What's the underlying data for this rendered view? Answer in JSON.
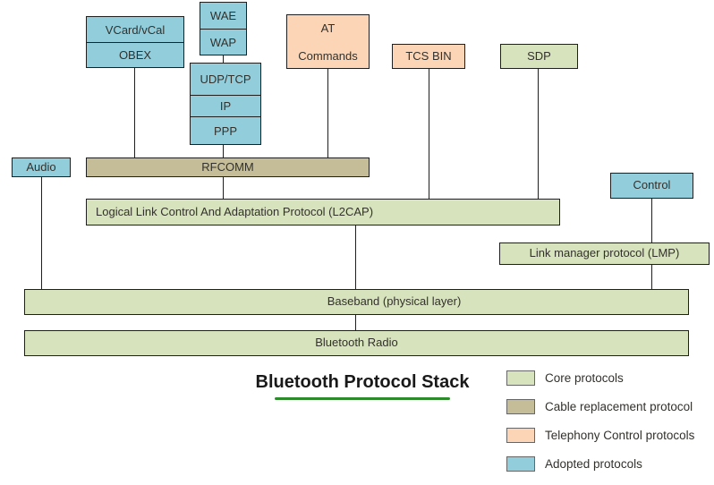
{
  "diagram": {
    "title": "Bluetooth Protocol Stack",
    "boxes": {
      "vcard": "VCard/vCal",
      "obex": "OBEX",
      "wae": "WAE",
      "wap": "WAP",
      "udp_tcp": "UDP/TCP",
      "ip": "IP",
      "ppp": "PPP",
      "at_commands": {
        "line1": "AT",
        "line2": "Commands"
      },
      "tcs_bin": "TCS BIN",
      "sdp": "SDP",
      "audio": "Audio",
      "rfcomm": "RFCOMM",
      "control": "Control",
      "l2cap": "Logical Link Control And Adaptation Protocol (L2CAP)",
      "lmp": "Link manager protocol (LMP)",
      "baseband": "Baseband (physical layer)",
      "bluetooth_radio": "Bluetooth Radio"
    }
  },
  "colors": {
    "core": "#d6e3bc",
    "cable_replacement": "#c4bd97",
    "telephony": "#fbd5b5",
    "adopted": "#92cddc",
    "title_underline": "#2e8b2c"
  },
  "legend": {
    "items": [
      {
        "label": "Core protocols",
        "color": "#d6e3bc"
      },
      {
        "label": "Cable replacement protocol",
        "color": "#c4bd97"
      },
      {
        "label": "Telephony Control protocols",
        "color": "#fbd5b5"
      },
      {
        "label": "Adopted protocols",
        "color": "#92cddc"
      }
    ]
  }
}
